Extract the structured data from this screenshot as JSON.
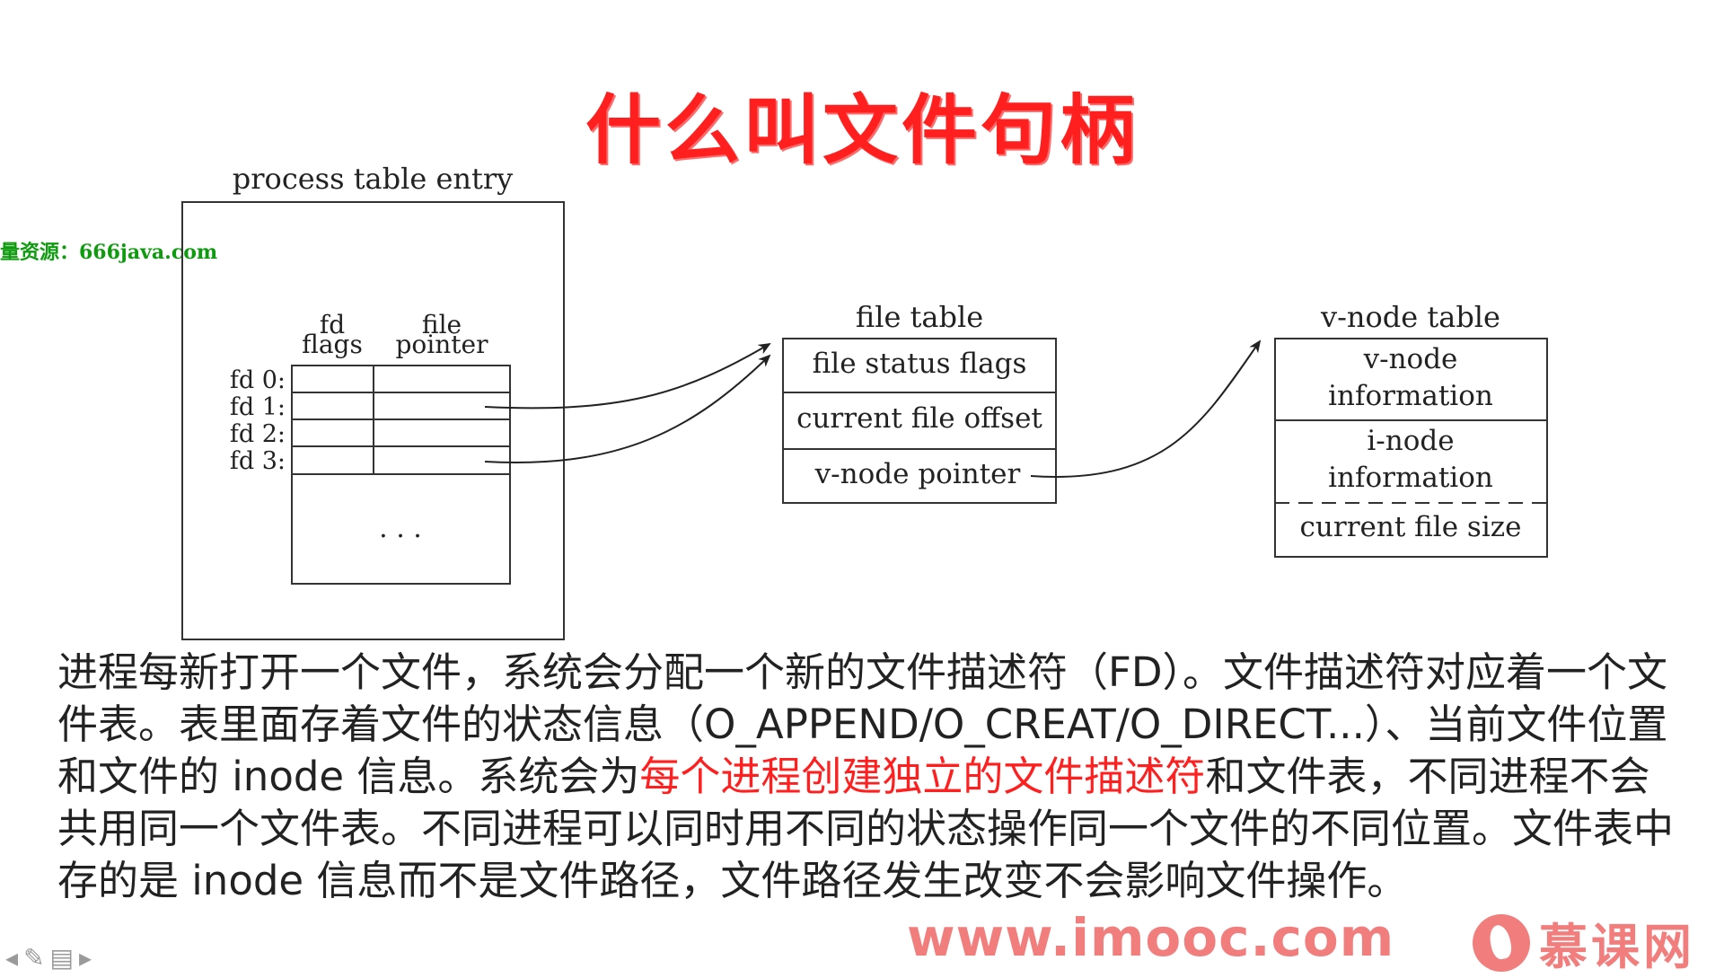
{
  "title": "什么叫文件句柄",
  "watermark": "量资源：666java.com",
  "diagram": {
    "process_label": "process table entry",
    "col_fd_flags": [
      "fd",
      "flags"
    ],
    "col_file_pointer": [
      "file",
      "pointer"
    ],
    "rows": [
      "fd 0:",
      "fd 1:",
      "fd 2:",
      "fd 3:"
    ],
    "ellipsis": ". . .",
    "file_table_label": "file table",
    "file_table_cells": [
      "file status flags",
      "current file offset",
      "v-node pointer"
    ],
    "vnode_table_label": "v-node table",
    "vnode_cells": [
      [
        "v-node",
        "information"
      ],
      [
        "i-node",
        "information"
      ],
      [
        "current file size"
      ]
    ]
  },
  "paragraph": {
    "part1": "进程每新打开一个文件，系统会分配一个新的文件描述符（FD）。文件描述符对应着一个文件表。表里面存着文件的状态信息（O_APPEND/O_CREAT/O_DIRECT...）、当前文件位置和文件的 inode 信息。系统会为",
    "highlight": "每个进程创建独立的文件描述符",
    "part2": "和文件表，不同进程不会共用同一个文件表。不同进程可以同时用不同的状态操作同一个文件的不同位置。文件表中存的是 inode 信息而不是文件路径，文件路径发生改变不会影响文件操作。"
  },
  "footer": {
    "site": "www.imooc.com",
    "brand": "慕课网"
  },
  "colors": {
    "title": "#ff1f1f",
    "watermark": "#0f9b0f",
    "highlight": "#ff1f1f",
    "footer": "#f27d7d"
  }
}
